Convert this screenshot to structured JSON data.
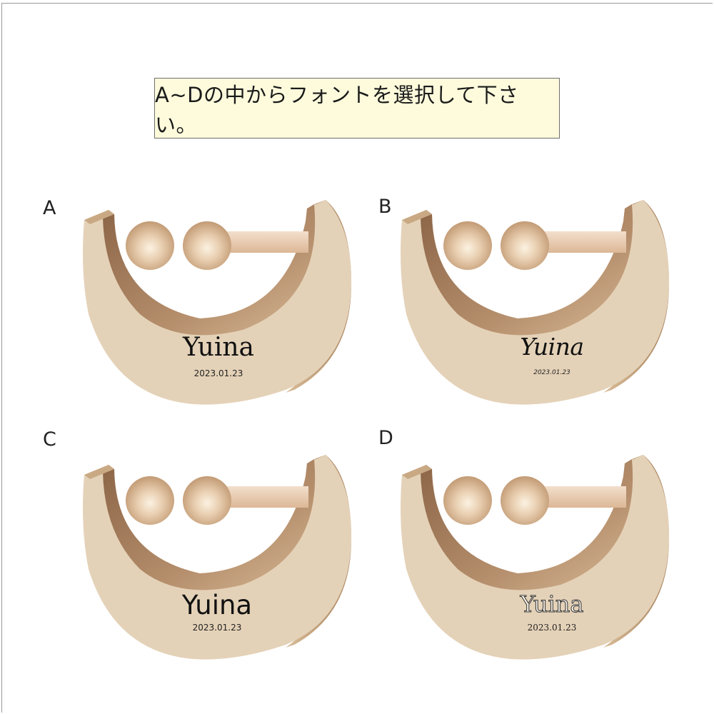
{
  "instruction": "A~Dの中からフォントを選択して下さい。",
  "options": [
    {
      "letter": "A",
      "name": "Yuina",
      "date": "2023.01.23"
    },
    {
      "letter": "B",
      "name": "Yuina",
      "date": "2023.01.23"
    },
    {
      "letter": "C",
      "name": "Yuina",
      "date": "2023.01.23"
    },
    {
      "letter": "D",
      "name": "Yuina",
      "date": "2023.01.23"
    }
  ],
  "colors": {
    "instruction_bg": "#fdfbdc",
    "wood_face": "#e4d2b8",
    "wood_inner": "#b08a68",
    "wood_edge": "#c9aa86",
    "pearl": "#e8cdb0",
    "bar": "#efd7c2"
  }
}
